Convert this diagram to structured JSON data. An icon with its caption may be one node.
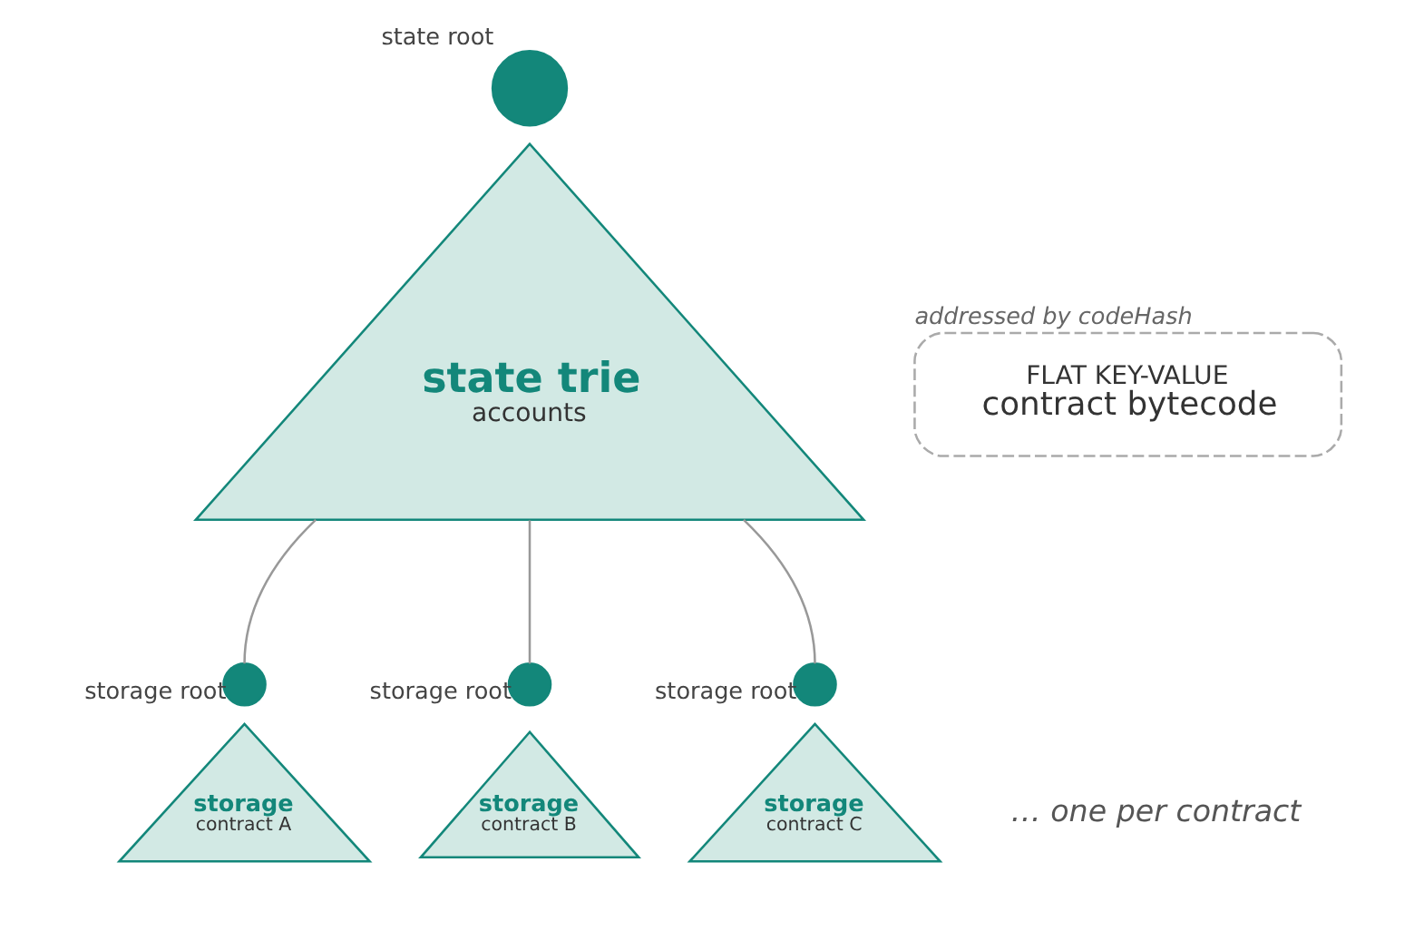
{
  "diagram": {
    "nodes": [
      {
        "text": [],
        "shape": "circle",
        "beside": [
          "state root"
        ]
      },
      {
        "text": [
          "state trie",
          "accounts"
        ]
      },
      {
        "text": [],
        "shape": "circle",
        "beside": [
          "storage root"
        ]
      },
      {
        "text": [],
        "shape": "circle",
        "beside": [
          "storage root"
        ]
      },
      {
        "text": [],
        "shape": "circle",
        "beside": [
          "storage root"
        ]
      },
      {
        "text": [
          "storage",
          "contract A"
        ]
      },
      {
        "text": [
          "storage",
          "contract B"
        ]
      },
      {
        "text": [
          "storage",
          "contract C"
        ]
      },
      {
        "text": [
          "FLAT KEY-VALUE",
          "contract bytecode"
        ],
        "beside": [
          "addressed by codeHash"
        ]
      }
    ],
    "edges": [
      {
        "from": 1,
        "to": 2,
        "arrow": "none"
      },
      {
        "from": 1,
        "to": 3,
        "arrow": "none"
      },
      {
        "from": 1,
        "to": 4,
        "arrow": "none"
      }
    ],
    "labels": [
      "… one per contract"
    ]
  }
}
